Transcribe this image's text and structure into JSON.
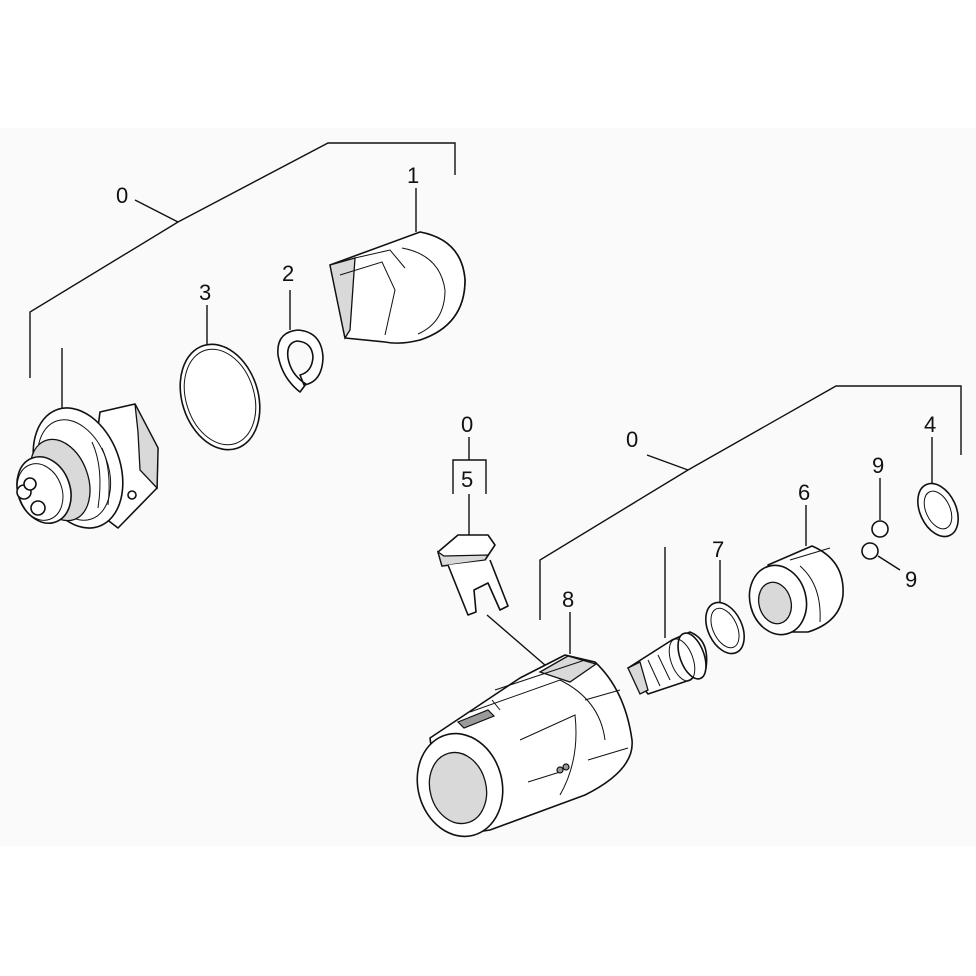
{
  "diagram": {
    "labels": {
      "assembly_left": "0",
      "part_1": "1",
      "part_2": "2",
      "part_3": "3",
      "assembly_small": "0",
      "part_5": "5",
      "assembly_right": "0",
      "part_4": "4",
      "part_9_top": "9",
      "part_9_bottom": "9",
      "part_6": "6",
      "part_7": "7",
      "part_8": "8"
    }
  }
}
